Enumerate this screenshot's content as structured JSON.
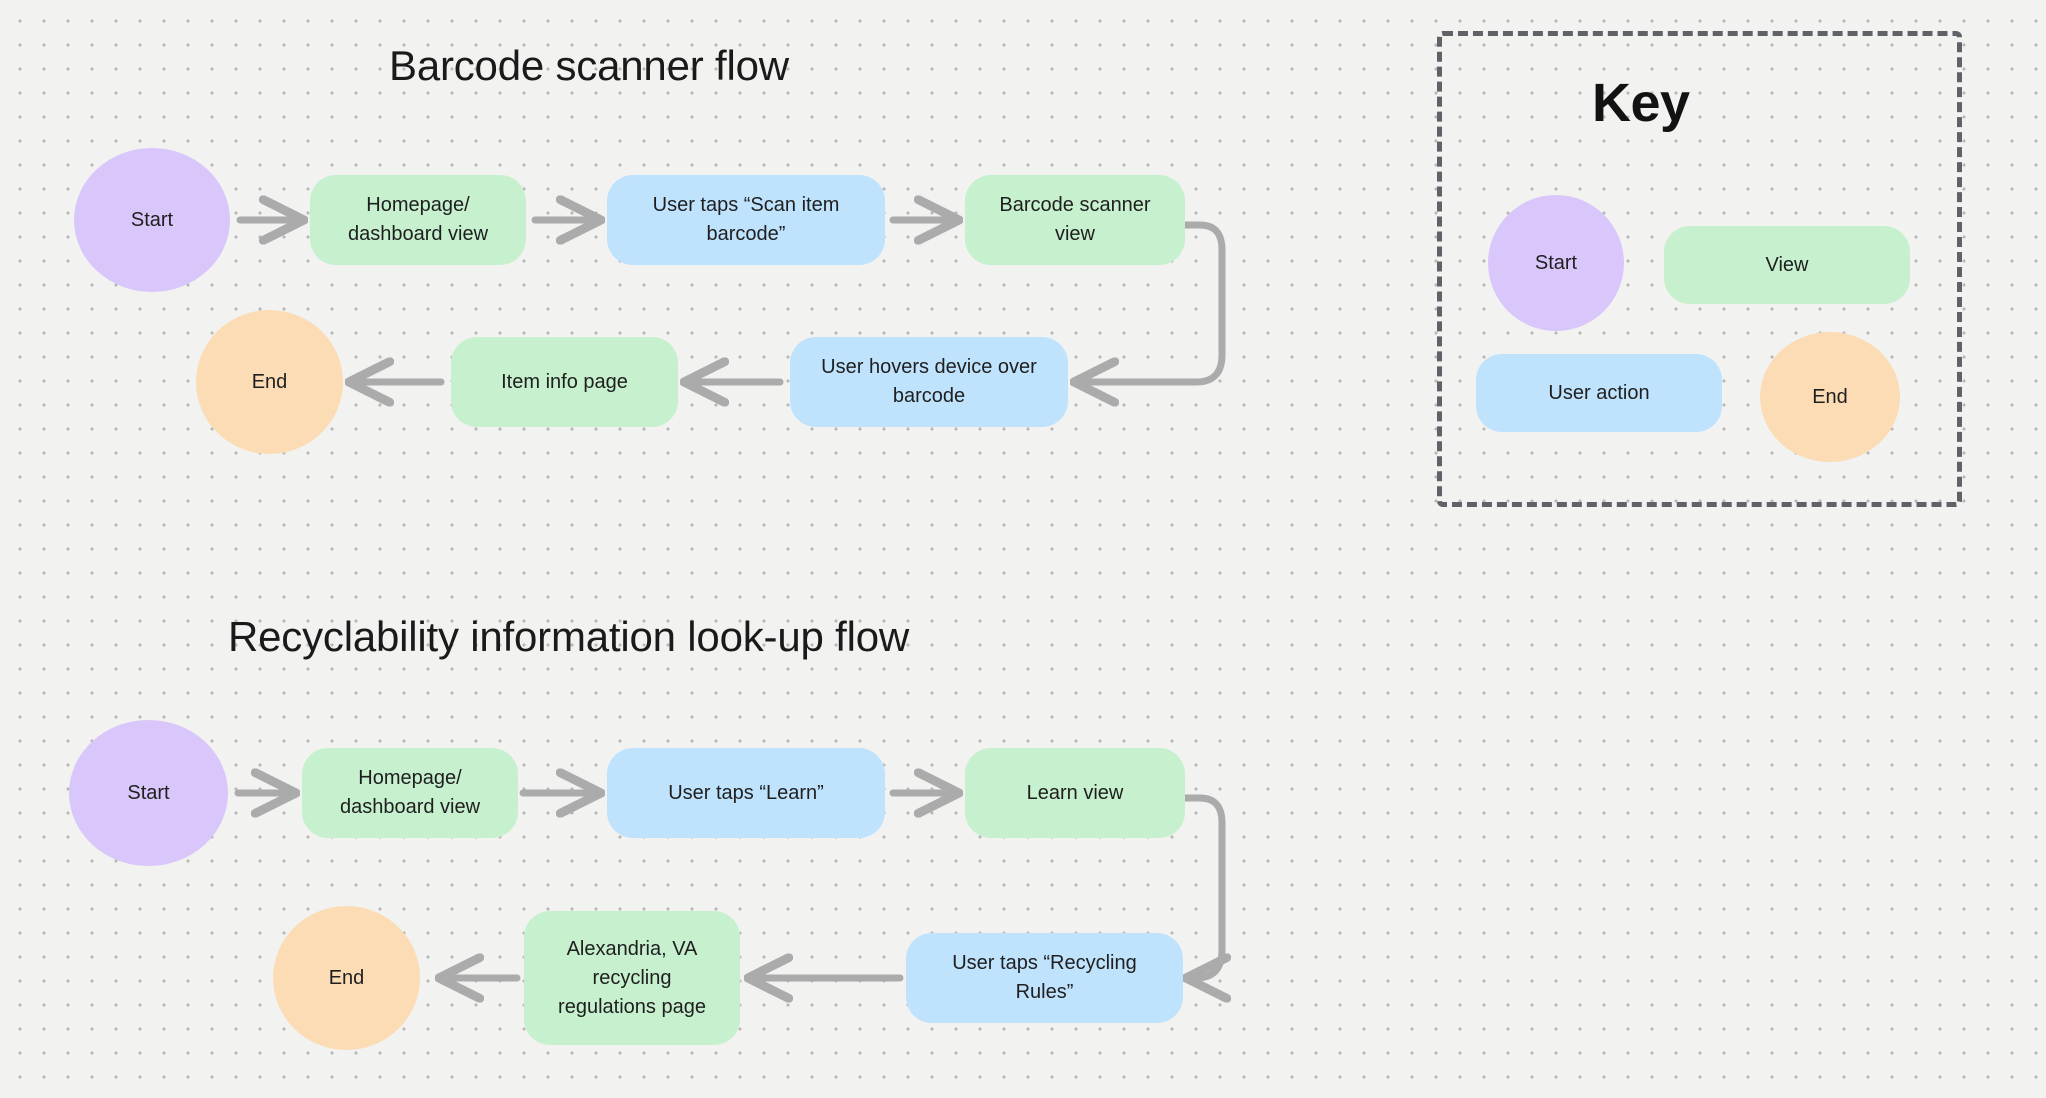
{
  "canvas": {
    "background_color": "#f2f2f0",
    "dot_color": "#b9b9b7",
    "arrow_color": "#ababab",
    "text_color": "#1f1f1f"
  },
  "palette": {
    "start_purple": "#d9c6fa",
    "end_orange": "#fbdcb5",
    "view_green": "#c6f0ce",
    "action_blue": "#bfe2fd",
    "key_border": "#5f6368"
  },
  "flows": [
    {
      "id": "barcode-scanner-flow",
      "title": "Barcode scanner flow",
      "nodes": [
        {
          "id": "bs-start",
          "label": "Start",
          "type": "start"
        },
        {
          "id": "bs-home",
          "label": "Homepage/\ndashboard view",
          "type": "view"
        },
        {
          "id": "bs-scan",
          "label": "User taps “Scan item\nbarcode”",
          "type": "action"
        },
        {
          "id": "bs-scanner",
          "label": "Barcode scanner\nview",
          "type": "view"
        },
        {
          "id": "bs-hover",
          "label": "User hovers device over\nbarcode",
          "type": "action"
        },
        {
          "id": "bs-item",
          "label": "Item info page",
          "type": "view"
        },
        {
          "id": "bs-end",
          "label": "End",
          "type": "end"
        }
      ],
      "edges": [
        {
          "from": "bs-start",
          "to": "bs-home",
          "style": "straight-right"
        },
        {
          "from": "bs-home",
          "to": "bs-scan",
          "style": "straight-right"
        },
        {
          "from": "bs-scan",
          "to": "bs-scanner",
          "style": "straight-right"
        },
        {
          "from": "bs-scanner",
          "to": "bs-hover",
          "style": "elbow-down-left"
        },
        {
          "from": "bs-hover",
          "to": "bs-item",
          "style": "straight-left"
        },
        {
          "from": "bs-item",
          "to": "bs-end",
          "style": "straight-left"
        }
      ]
    },
    {
      "id": "recyclability-lookup-flow",
      "title": "Recyclability information look-up flow",
      "nodes": [
        {
          "id": "rc-start",
          "label": "Start",
          "type": "start"
        },
        {
          "id": "rc-home",
          "label": "Homepage/\ndashboard view",
          "type": "view"
        },
        {
          "id": "rc-learn",
          "label": "User taps “Learn”",
          "type": "action"
        },
        {
          "id": "rc-lview",
          "label": "Learn view",
          "type": "view"
        },
        {
          "id": "rc-rules",
          "label": "User taps “Recycling\nRules”",
          "type": "action"
        },
        {
          "id": "rc-regs",
          "label": "Alexandria, VA\nrecycling\nregulations page",
          "type": "view"
        },
        {
          "id": "rc-end",
          "label": "End",
          "type": "end"
        }
      ],
      "edges": [
        {
          "from": "rc-start",
          "to": "rc-home",
          "style": "straight-right"
        },
        {
          "from": "rc-home",
          "to": "rc-learn",
          "style": "straight-right"
        },
        {
          "from": "rc-learn",
          "to": "rc-lview",
          "style": "straight-right"
        },
        {
          "from": "rc-lview",
          "to": "rc-rules",
          "style": "elbow-down-left"
        },
        {
          "from": "rc-rules",
          "to": "rc-regs",
          "style": "straight-left"
        },
        {
          "from": "rc-regs",
          "to": "rc-end",
          "style": "straight-left"
        }
      ]
    }
  ],
  "key": {
    "title": "Key",
    "items": [
      {
        "id": "key-start",
        "label": "Start",
        "type": "start"
      },
      {
        "id": "key-view",
        "label": "View",
        "type": "view"
      },
      {
        "id": "key-action",
        "label": "User action",
        "type": "action"
      },
      {
        "id": "key-end",
        "label": "End",
        "type": "end"
      }
    ]
  }
}
